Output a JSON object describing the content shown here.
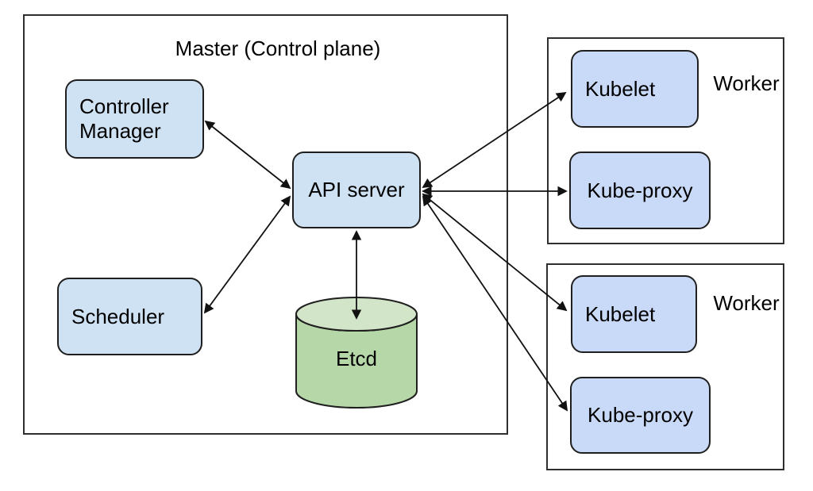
{
  "colors": {
    "background": "#ffffff",
    "master_node_fill": "#cfe2f3",
    "worker_node_fill": "#c9daf8",
    "etcd_body_fill": "#b6d7a8",
    "etcd_top_fill": "#d3e5c8",
    "box_border": "#2f2f2f",
    "arrow": "#111111"
  },
  "master": {
    "title": "Master (Control plane)",
    "controller_manager_label": "Controller Manager",
    "scheduler_label": "Scheduler",
    "api_server_label": "API server",
    "etcd_label": "Etcd"
  },
  "workers": [
    {
      "title": "Worker",
      "kubelet_label": "Kubelet",
      "kube_proxy_label": "Kube-proxy"
    },
    {
      "title": "Worker",
      "kubelet_label": "Kubelet",
      "kube_proxy_label": "Kube-proxy"
    }
  ],
  "edges": [
    {
      "from": "Controller Manager",
      "to": "API server",
      "direction": "bidirectional"
    },
    {
      "from": "Scheduler",
      "to": "API server",
      "direction": "bidirectional"
    },
    {
      "from": "API server",
      "to": "Etcd",
      "direction": "bidirectional"
    },
    {
      "from": "API server",
      "to": "Kubelet (Worker 1)",
      "direction": "bidirectional"
    },
    {
      "from": "API server",
      "to": "Kube-proxy (Worker 1)",
      "direction": "bidirectional"
    },
    {
      "from": "API server",
      "to": "Kubelet (Worker 2)",
      "direction": "bidirectional"
    },
    {
      "from": "API server",
      "to": "Kube-proxy (Worker 2)",
      "direction": "bidirectional"
    }
  ]
}
